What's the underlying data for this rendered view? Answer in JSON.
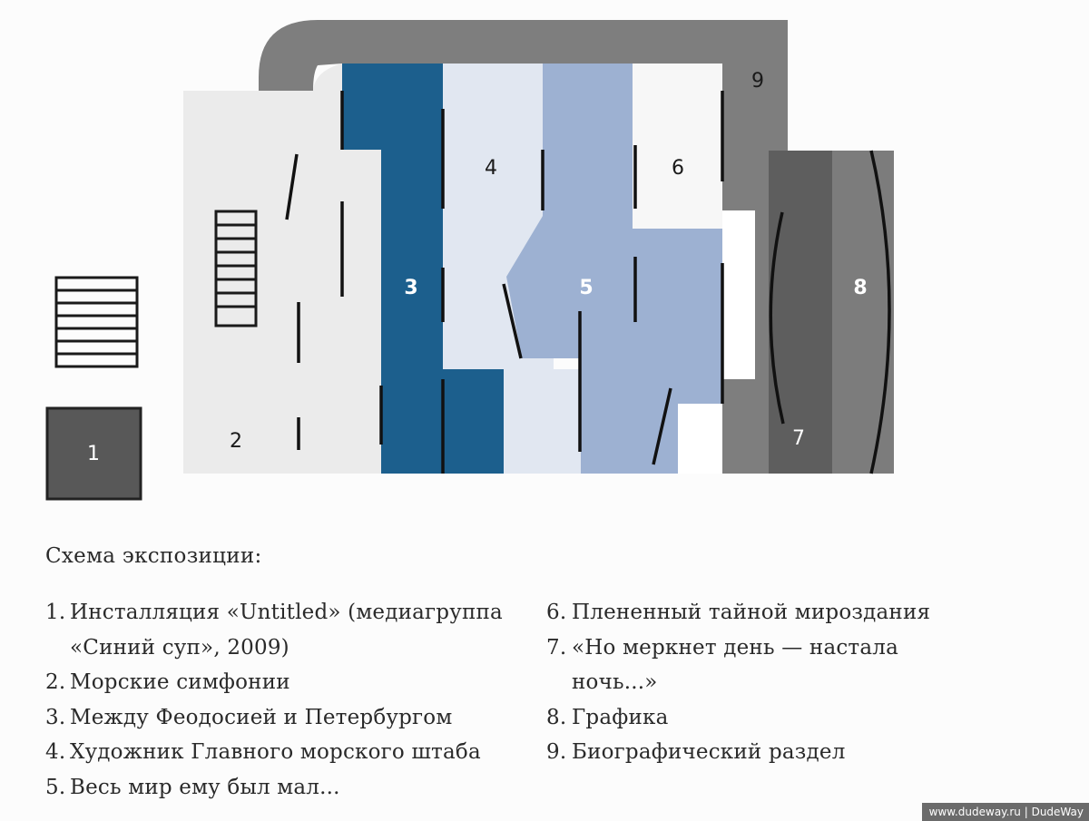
{
  "plan": {
    "rooms": [
      {
        "number": "1",
        "color": "#585858"
      },
      {
        "number": "2",
        "color": "#ebebeb"
      },
      {
        "number": "3",
        "color": "#1c5f8d"
      },
      {
        "number": "4",
        "color": "#e1e7f1"
      },
      {
        "number": "5",
        "color": "#9db1d2"
      },
      {
        "number": "6",
        "color": "#f7f7f7"
      },
      {
        "number": "7",
        "color": "#5e5e5e"
      },
      {
        "number": "8",
        "color": "#7c7c7c"
      },
      {
        "number": "9",
        "color": "#7e7e7e"
      }
    ],
    "stairs_icon": "stairs-icon",
    "partition_color": "#111111"
  },
  "legend": {
    "title": "Схема экспозиции:",
    "items": [
      {
        "num": "1.",
        "text": "Инсталляция «Untitled» (медиагруппа «Синий суп», 2009)"
      },
      {
        "num": "2.",
        "text": "Морские симфонии"
      },
      {
        "num": "3.",
        "text": "Между Феодосией и Петербургом"
      },
      {
        "num": "4.",
        "text": "Художник Главного морского штаба"
      },
      {
        "num": "5.",
        "text": "Весь мир ему был мал..."
      },
      {
        "num": "6.",
        "text": "Плененный тайной мироздания"
      },
      {
        "num": "7.",
        "text": "«Но меркнет день — настала ночь...»"
      },
      {
        "num": "8.",
        "text": "Графика"
      },
      {
        "num": "9.",
        "text": "Биографический раздел"
      }
    ]
  },
  "watermark": "www.dudeway.ru | DudeWay"
}
